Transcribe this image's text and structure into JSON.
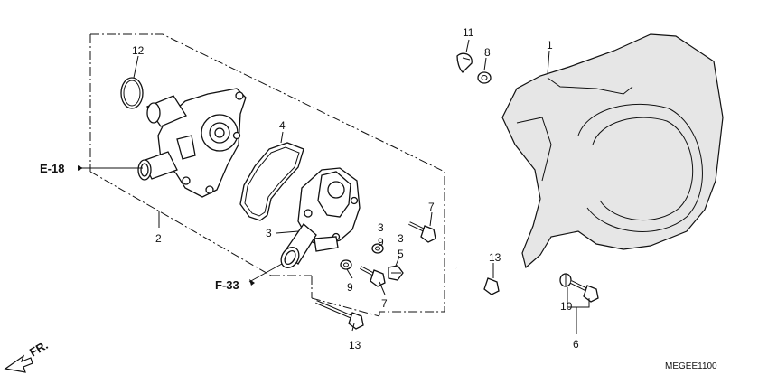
{
  "callouts": {
    "c1": "1",
    "c2": "2",
    "c3a": "3",
    "c3b": "3",
    "c3c": "3",
    "c4": "4",
    "c5": "5",
    "c6": "6",
    "c7a": "7",
    "c7b": "7",
    "c8": "8",
    "c9a": "9",
    "c9b": "9",
    "c10": "10",
    "c11": "11",
    "c12": "12",
    "c13a": "13",
    "c13b": "13"
  },
  "references": {
    "e18": "E-18",
    "f33": "F-33"
  },
  "direction": {
    "label": "FR.",
    "icon": "front-direction-arrow-icon"
  },
  "diagram_code": "MEGEE1100"
}
